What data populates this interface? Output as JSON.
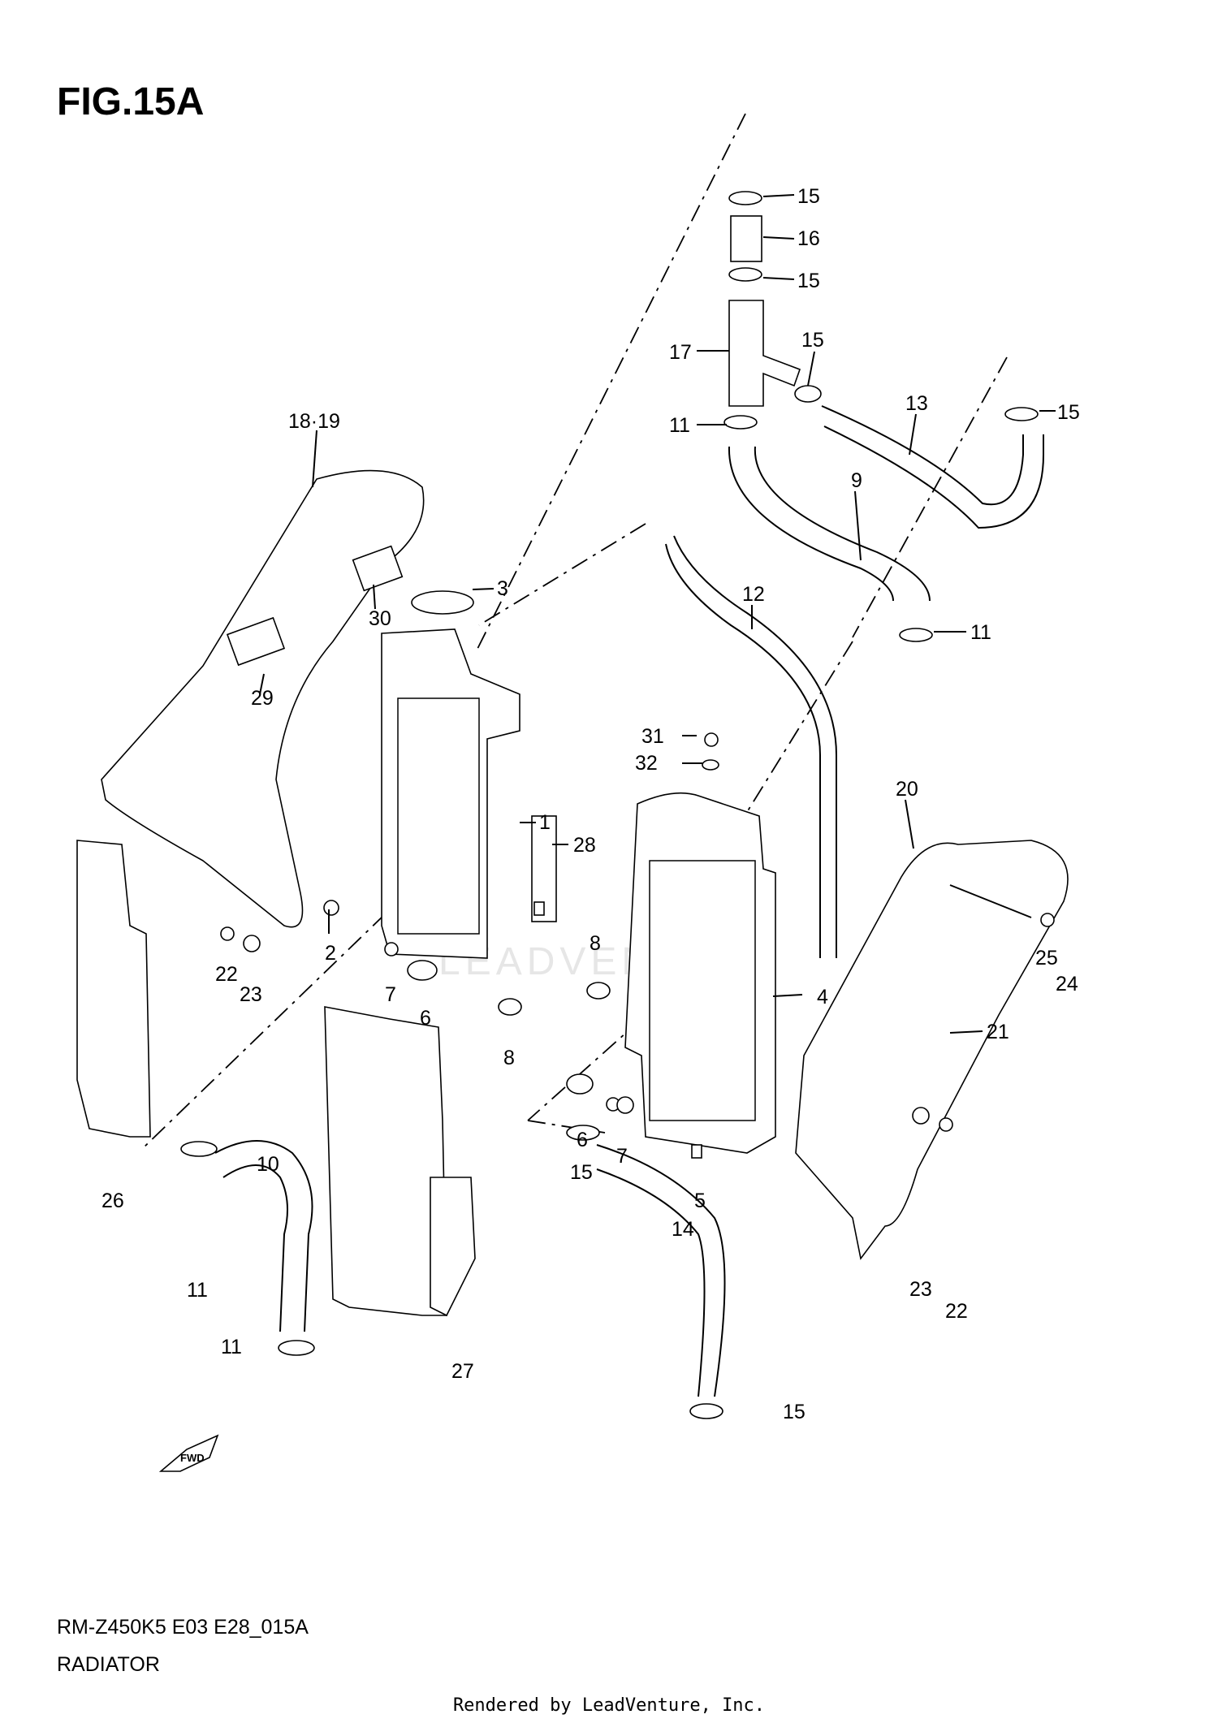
{
  "figure": {
    "title": "FIG.15A",
    "model_code": "RM-Z450K5 E03 E28_015A",
    "section": "RADIATOR",
    "footer": "Rendered by LeadVenture, Inc.",
    "watermark": "LEADVENTURE",
    "fwd_mark": "FWD"
  },
  "callouts": [
    {
      "id": "c15a",
      "text": "15"
    },
    {
      "id": "c16",
      "text": "16"
    },
    {
      "id": "c15b",
      "text": "15"
    },
    {
      "id": "c17",
      "text": "17"
    },
    {
      "id": "c15c",
      "text": "15"
    },
    {
      "id": "c13",
      "text": "13"
    },
    {
      "id": "c15d",
      "text": "15"
    },
    {
      "id": "c11a",
      "text": "11"
    },
    {
      "id": "c9",
      "text": "9"
    },
    {
      "id": "c11b",
      "text": "11"
    },
    {
      "id": "c1819",
      "text": "18·19"
    },
    {
      "id": "c3",
      "text": "3"
    },
    {
      "id": "c30",
      "text": "30"
    },
    {
      "id": "c12",
      "text": "12"
    },
    {
      "id": "c29",
      "text": "29"
    },
    {
      "id": "c31",
      "text": "31"
    },
    {
      "id": "c32",
      "text": "32"
    },
    {
      "id": "c1",
      "text": "1"
    },
    {
      "id": "c20",
      "text": "20"
    },
    {
      "id": "c28",
      "text": "28"
    },
    {
      "id": "c2",
      "text": "2"
    },
    {
      "id": "c22a",
      "text": "22"
    },
    {
      "id": "c23a",
      "text": "23"
    },
    {
      "id": "c7a",
      "text": "7"
    },
    {
      "id": "c6a",
      "text": "6"
    },
    {
      "id": "c8a",
      "text": "8"
    },
    {
      "id": "c8b",
      "text": "8"
    },
    {
      "id": "c4",
      "text": "4"
    },
    {
      "id": "c25",
      "text": "25"
    },
    {
      "id": "c24",
      "text": "24"
    },
    {
      "id": "c21",
      "text": "21"
    },
    {
      "id": "c6b",
      "text": "6"
    },
    {
      "id": "c7b",
      "text": "7"
    },
    {
      "id": "c5",
      "text": "5"
    },
    {
      "id": "c26",
      "text": "26"
    },
    {
      "id": "c10",
      "text": "10"
    },
    {
      "id": "c15e",
      "text": "15"
    },
    {
      "id": "c14",
      "text": "14"
    },
    {
      "id": "c11c",
      "text": "11"
    },
    {
      "id": "c11d",
      "text": "11"
    },
    {
      "id": "c27",
      "text": "27"
    },
    {
      "id": "c23b",
      "text": "23"
    },
    {
      "id": "c22b",
      "text": "22"
    },
    {
      "id": "c15f",
      "text": "15"
    }
  ]
}
